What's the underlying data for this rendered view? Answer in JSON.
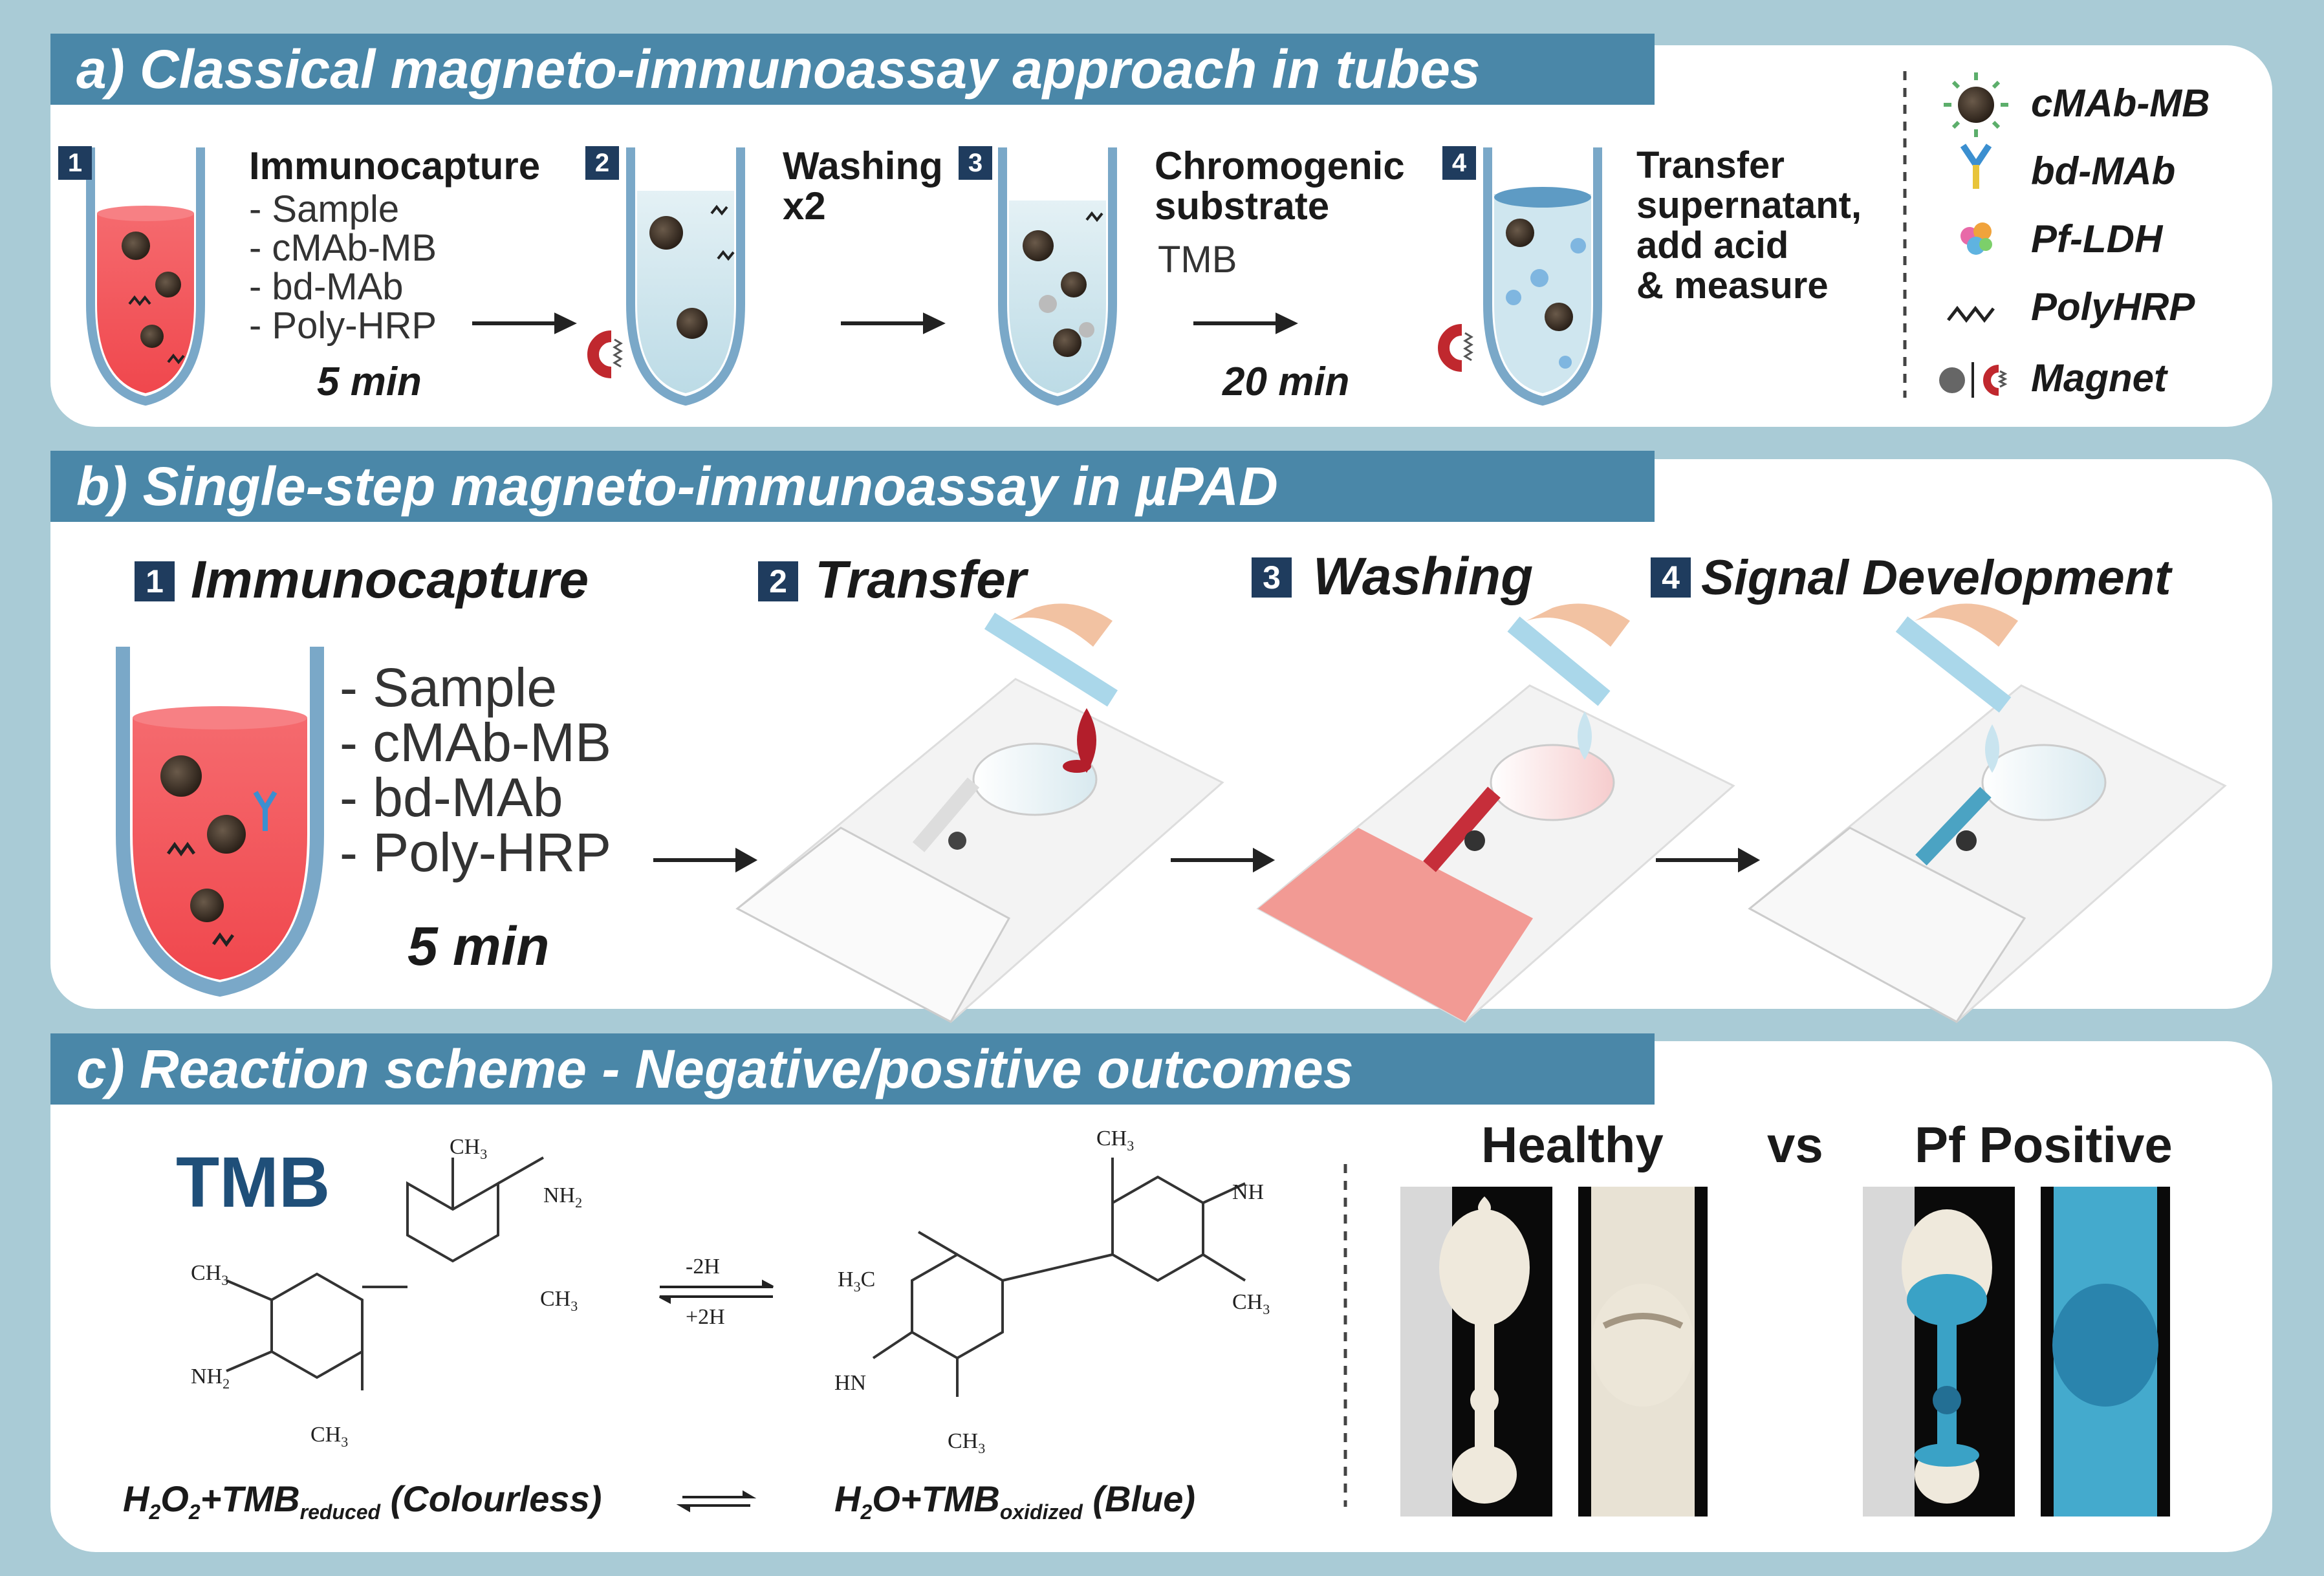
{
  "panel_a": {
    "title": "a) Classical magneto-immunoassay approach in tubes",
    "steps": [
      {
        "num": "1",
        "label": "Immunocapture",
        "items": [
          "- Sample",
          "- cMAb-MB",
          "- bd-MAb",
          "- Poly-HRP"
        ],
        "time": "5 min"
      },
      {
        "num": "2",
        "label_line1": "Washing",
        "label_line2": "x2"
      },
      {
        "num": "3",
        "label_line1": "Chromogenic",
        "label_line2": "substrate",
        "sub": "TMB",
        "time": "20 min"
      },
      {
        "num": "4",
        "label_lines": [
          "Transfer",
          "supernatant,",
          "add acid",
          "& measure"
        ]
      }
    ],
    "legend": [
      {
        "label": "cMAb-MB"
      },
      {
        "label": "bd-MAb"
      },
      {
        "label": "Pf-LDH"
      },
      {
        "label": "PolyHRP"
      },
      {
        "label": "Magnet"
      }
    ]
  },
  "panel_b": {
    "title": "b) Single-step magneto-immunoassay in µPAD",
    "steps": [
      {
        "num": "1",
        "label": "Immunocapture"
      },
      {
        "num": "2",
        "label": "Transfer"
      },
      {
        "num": "3",
        "label": "Washing"
      },
      {
        "num": "4",
        "label": "Signal Development"
      }
    ],
    "items": [
      "- Sample",
      "- cMAb-MB",
      "- bd-MAb",
      "- Poly-HRP"
    ],
    "time": "5 min"
  },
  "panel_c": {
    "title": "c) Reaction scheme - Negative/positive outcomes",
    "tmb_label": "TMB",
    "chem_labels": {
      "ch3": "CH",
      "sub3": "3",
      "nh2": "NH",
      "sub2": "2",
      "nh": "NH",
      "hn": "HN",
      "h3c_h": "H",
      "h3c_c": "C",
      "minus2h": "-2H",
      "plus2h": "+2H"
    },
    "equation_left": {
      "a": "H",
      "b": "2",
      "c": "O",
      "d": "2",
      "e": "+TMB",
      "f": "reduced",
      "g": " (Colourless)"
    },
    "equation_right": {
      "a": "H",
      "b": "2",
      "c": "O+TMB",
      "d": "oxidized",
      "e": " (Blue)"
    },
    "healthy": "Healthy",
    "vs": "vs",
    "positive": "Pf Positive"
  },
  "colors": {
    "background": "#a9cbd6",
    "header": "#4a87a8",
    "step_badge": "#1f3c5e",
    "sample_red": "#f0555a",
    "wash_blue": "#cfe6ee",
    "tmb_blue": "#3a9bc0",
    "magnet_red": "#c0282e"
  }
}
